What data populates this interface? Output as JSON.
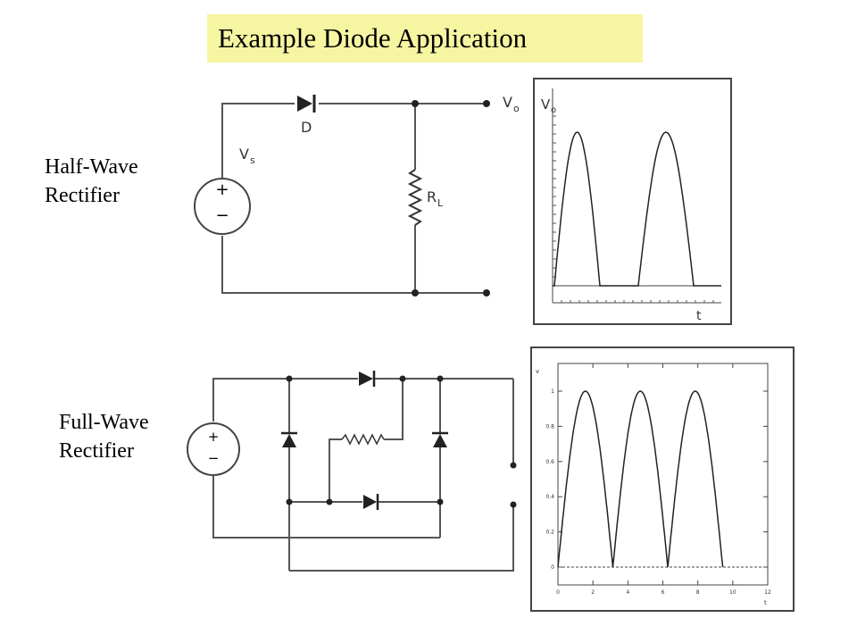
{
  "title": "Example Diode Application",
  "half_wave": {
    "label_line1": "Half-Wave",
    "label_line2": "Rectifier",
    "diode_label": "D",
    "source_label": "V",
    "source_subscript": "s",
    "resistor_label": "R",
    "resistor_subscript": "L",
    "output_label": "V",
    "output_subscript": "o",
    "plot_y_label": "V",
    "plot_y_subscript": "o",
    "plot_x_label": "t"
  },
  "full_wave": {
    "label_line1": "Full-Wave",
    "label_line2": "Rectifier",
    "plot_y_label": "v",
    "plot_x_label": "t",
    "plot_y_ticks": [
      "0",
      "0.2",
      "0.4",
      "0.6",
      "0.8",
      "1"
    ],
    "plot_x_ticks": [
      "0",
      "2",
      "4",
      "6",
      "8",
      "10",
      "12"
    ]
  },
  "symbols": {
    "plus": "+",
    "minus": "−"
  }
}
